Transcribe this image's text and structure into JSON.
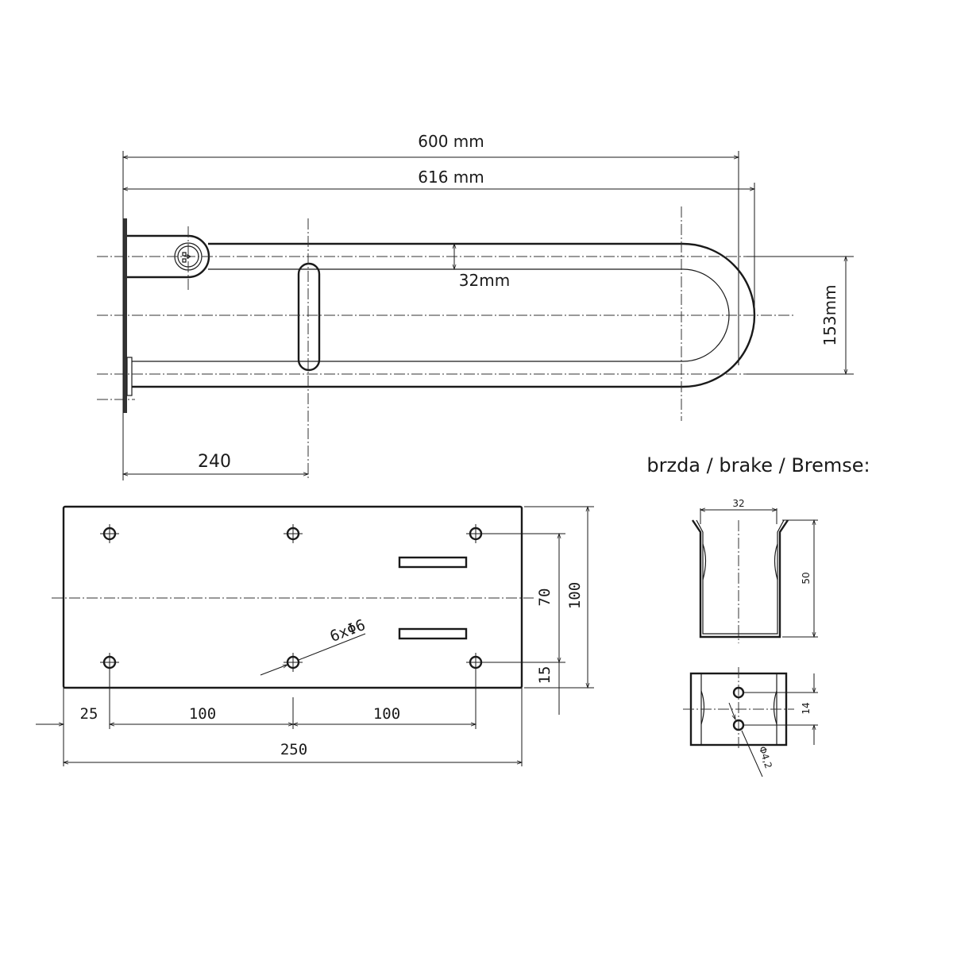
{
  "top_view": {
    "dim_length_600": "600 mm",
    "dim_length_616": "616 mm",
    "dim_tube_diameter": "32mm",
    "dim_height": "153mm",
    "dim_hinge_offset": "240"
  },
  "base_plate": {
    "holes_label": "6xΦ6",
    "dim_hole_spacing_v": "70",
    "dim_plate_height": "100",
    "dim_edge_bottom": "15",
    "dim_edge_left": "25",
    "dim_hole_spacing_h1": "100",
    "dim_hole_spacing_h2": "100",
    "dim_plate_width": "250"
  },
  "brake": {
    "heading": "brzda / brake / Bremse:",
    "dim_width": "32",
    "dim_height": "50",
    "dim_hole_spacing": "14",
    "dim_hole_diameter": "Φ4,2"
  }
}
